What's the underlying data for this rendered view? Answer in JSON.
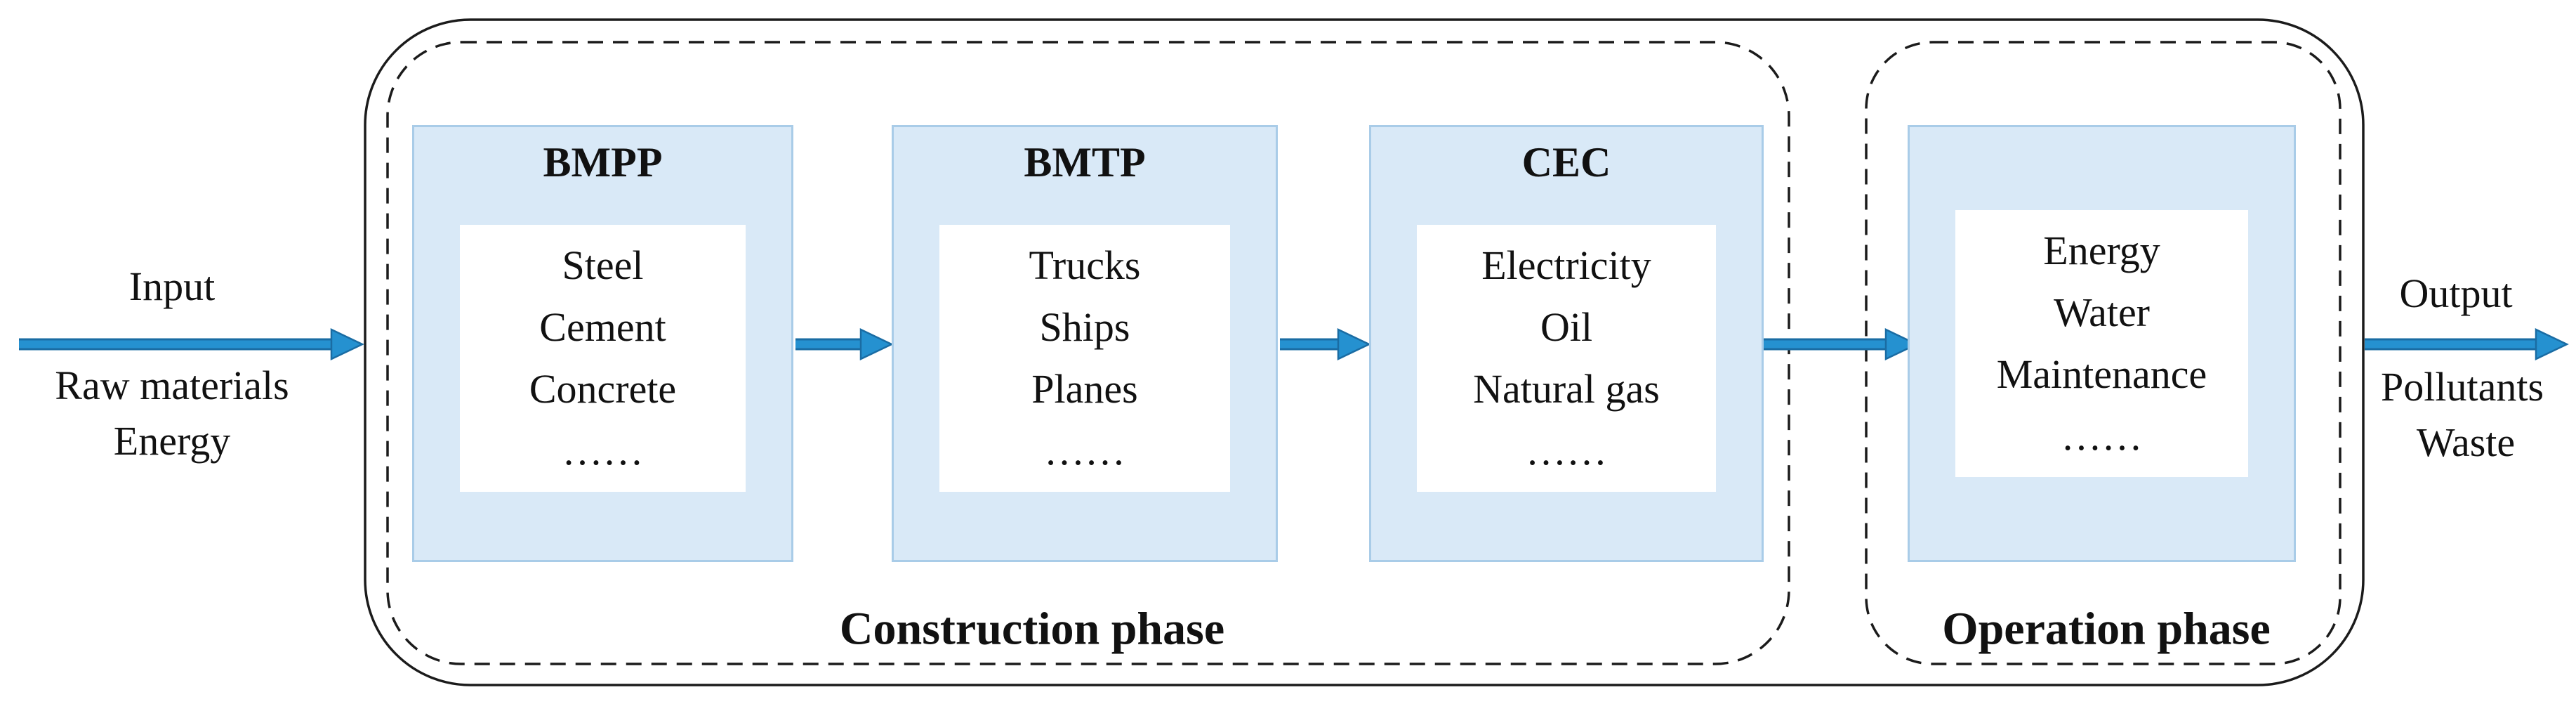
{
  "colors": {
    "arrow_blue": "#2591d0",
    "arrow_dark": "#1a6ca3",
    "box_fill": "#d9e9f7",
    "box_border": "#a9cce8",
    "line_black": "#1b1b1b",
    "text_black": "#111111"
  },
  "diagram": {
    "input": {
      "label": "Input",
      "flows": [
        "Raw materials",
        "Energy"
      ]
    },
    "output": {
      "label": "Output",
      "flows": [
        "Pollutants",
        "Waste"
      ]
    },
    "phases": [
      {
        "label": "Construction phase",
        "boxes": [
          {
            "title": "BMPP",
            "items": [
              "Steel",
              "Cement",
              "Concrete",
              "……"
            ]
          },
          {
            "title": "BMTP",
            "items": [
              "Trucks",
              "Ships",
              "Planes",
              "……"
            ]
          },
          {
            "title": "CEC",
            "items": [
              "Electricity",
              "Oil",
              "Natural gas",
              "……"
            ]
          }
        ]
      },
      {
        "label": "Operation phase",
        "boxes": [
          {
            "items": [
              "Energy",
              "Water",
              "Maintenance",
              "……"
            ]
          }
        ]
      }
    ]
  }
}
